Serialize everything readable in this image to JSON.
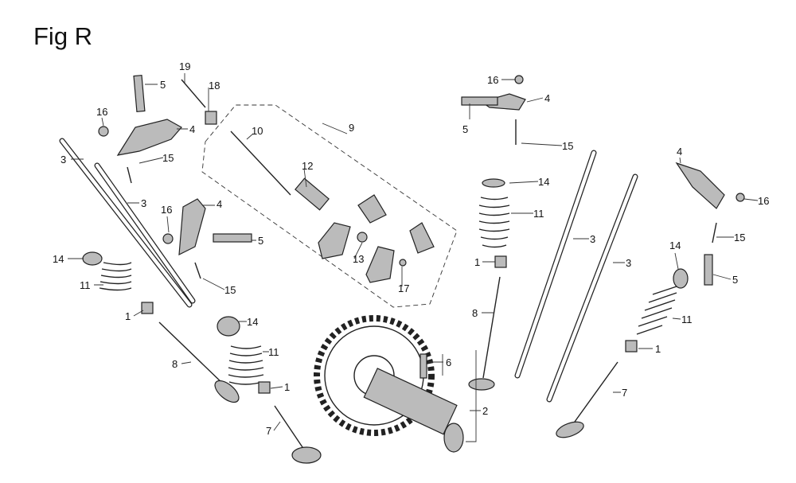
{
  "figure": {
    "title": "Fig R"
  },
  "callouts": [
    "19",
    "5",
    "18",
    "16",
    "4",
    "10",
    "9",
    "15",
    "3",
    "3",
    "12",
    "16",
    "4",
    "5",
    "14",
    "11",
    "13",
    "17",
    "15",
    "1",
    "14",
    "11",
    "8",
    "1",
    "7",
    "16",
    "4",
    "5",
    "15",
    "14",
    "11",
    "1",
    "8",
    "3",
    "3",
    "4",
    "16",
    "15",
    "14",
    "5",
    "11",
    "1",
    "6",
    "2",
    "7"
  ]
}
